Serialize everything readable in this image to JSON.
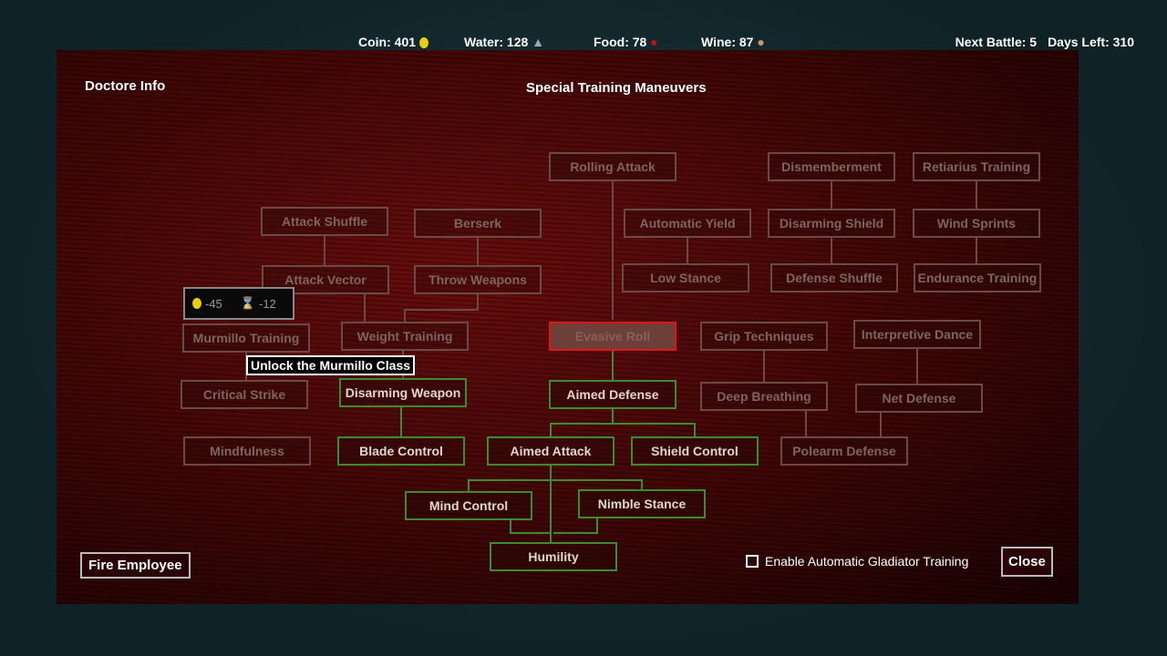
{
  "resources": {
    "coin": "Coin: 401",
    "water": "Water: 128",
    "food": "Food: 78",
    "wine": "Wine: 87",
    "next_battle": "Next Battle: 5",
    "days_left": "Days Left: 310"
  },
  "panel": {
    "left_title": "Doctore Info",
    "title": "Special Training Maneuvers"
  },
  "nodes": [
    {
      "label": "Rolling Attack",
      "state": "locked"
    },
    {
      "label": "Dismemberment",
      "state": "locked"
    },
    {
      "label": "Retiarius Training",
      "state": "locked"
    },
    {
      "label": "Attack Shuffle",
      "state": "locked"
    },
    {
      "label": "Berserk",
      "state": "locked"
    },
    {
      "label": "Automatic Yield",
      "state": "locked"
    },
    {
      "label": "Disarming Shield",
      "state": "locked"
    },
    {
      "label": "Wind Sprints",
      "state": "locked"
    },
    {
      "label": "Attack Vector",
      "state": "locked"
    },
    {
      "label": "Throw Weapons",
      "state": "locked"
    },
    {
      "label": "Low Stance",
      "state": "locked"
    },
    {
      "label": "Defense Shuffle",
      "state": "locked"
    },
    {
      "label": "Endurance Training",
      "state": "locked"
    },
    {
      "label": "Murmillo Training",
      "state": "locked"
    },
    {
      "label": "Weight Training",
      "state": "locked"
    },
    {
      "label": "Evasive Roll",
      "state": "selected"
    },
    {
      "label": "Grip Techniques",
      "state": "locked"
    },
    {
      "label": "Interpretive Dance",
      "state": "locked"
    },
    {
      "label": "Critical Strike",
      "state": "locked"
    },
    {
      "label": "Disarming Weapon",
      "state": "learned"
    },
    {
      "label": "Aimed Defense",
      "state": "learned"
    },
    {
      "label": "Deep Breathing",
      "state": "locked"
    },
    {
      "label": "Net Defense",
      "state": "locked"
    },
    {
      "label": "Mindfulness",
      "state": "locked"
    },
    {
      "label": "Blade Control",
      "state": "learned"
    },
    {
      "label": "Aimed Attack",
      "state": "learned"
    },
    {
      "label": "Shield Control",
      "state": "learned"
    },
    {
      "label": "Polearm Defense",
      "state": "locked"
    },
    {
      "label": "Mind Control",
      "state": "learned"
    },
    {
      "label": "Nimble Stance",
      "state": "learned"
    },
    {
      "label": "Humility",
      "state": "learned"
    }
  ],
  "cost_popup": {
    "coin": "-45",
    "time": "-12"
  },
  "tooltip": "Unlock the Murmillo Class",
  "footer": {
    "fire": "Fire Employee",
    "auto_training": "Enable Automatic Gladiator Training",
    "auto_checked": false,
    "close": "Close"
  }
}
